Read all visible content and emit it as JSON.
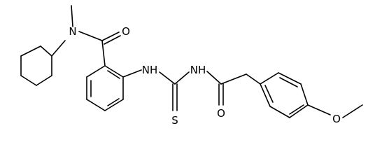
{
  "diagram": {
    "type": "chemical-structure",
    "atom_labels": {
      "amide_N": "N",
      "amide_O": "O",
      "thiourea_NH_left": "NH",
      "thiourea_NH_right": "NH",
      "thione_S": "S",
      "acyl_O": "O",
      "methoxy_O": "O"
    },
    "colors": {
      "bond": "#000000",
      "label": "#000000",
      "background": "#ffffff"
    }
  }
}
